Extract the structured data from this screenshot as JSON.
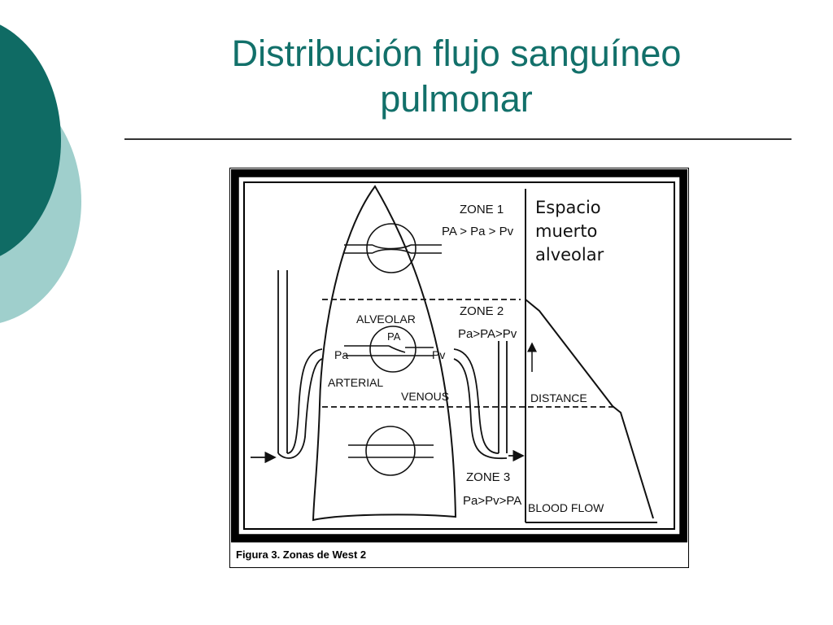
{
  "slide": {
    "title_line1": "Distribución flujo sanguíneo",
    "title_line2": "pulmonar"
  },
  "figure": {
    "zone1": {
      "label": "ZONE 1",
      "relation": "PA > Pa > Pv"
    },
    "zone2": {
      "label": "ZONE 2",
      "relation": "Pa>PA>Pv"
    },
    "zone3": {
      "label": "ZONE 3",
      "relation": "Pa>Pv>PA"
    },
    "labels": {
      "alveolar": "ALVEOLAR",
      "pa_alveolar": "PA",
      "pa_arterial": "Pa",
      "pv_venous": "Pv",
      "arterial": "ARTERIAL",
      "venous": "VENOUS",
      "distance": "DISTANCE",
      "blood_flow": "BLOOD FLOW"
    },
    "annotation": [
      "Espacio",
      "muerto",
      "alveolar"
    ],
    "caption": "Figura 3. Zonas de West 2"
  }
}
